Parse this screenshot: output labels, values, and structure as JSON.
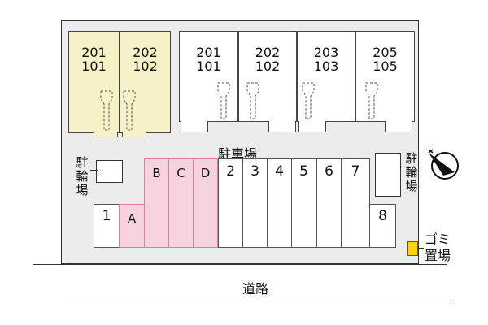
{
  "building_left": {
    "units": [
      {
        "top": "201",
        "bottom": "101"
      },
      {
        "top": "202",
        "bottom": "102"
      }
    ],
    "color": "#f7f2c6"
  },
  "building_right": {
    "units": [
      {
        "top": "201",
        "bottom": "101"
      },
      {
        "top": "202",
        "bottom": "102"
      },
      {
        "top": "203",
        "bottom": "103"
      },
      {
        "top": "205",
        "bottom": "105"
      }
    ]
  },
  "parking_label": "駐車場",
  "parking_spaces": {
    "left_single": "1",
    "a": "A",
    "b": "B",
    "c": "C",
    "d": "D",
    "numbered": [
      "2",
      "3",
      "4",
      "5",
      "6",
      "7"
    ],
    "right_single": "8"
  },
  "bike_left": [
    "駐",
    "輪",
    "場"
  ],
  "bike_right": [
    "駐",
    "輪",
    "場"
  ],
  "trash": {
    "line1": "ゴミ",
    "line2": "置場"
  },
  "road_label": "道路",
  "icons": {
    "north": "north-compass-icon",
    "trash": "trash-box-icon"
  },
  "colors": {
    "accent_pink": "#f7d3df",
    "building_highlight": "#f7f2c6",
    "trash": "#ffd400"
  }
}
